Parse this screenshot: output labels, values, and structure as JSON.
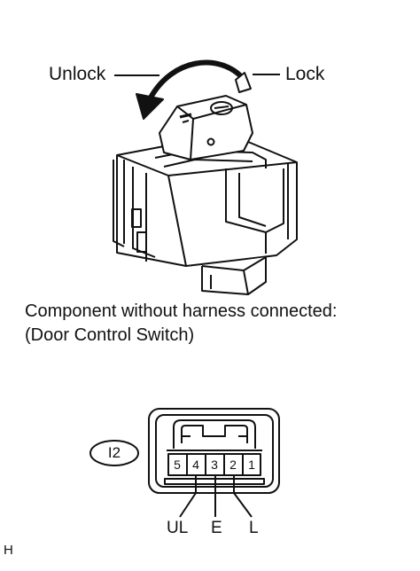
{
  "labels": {
    "unlock": "Unlock",
    "lock": "Lock"
  },
  "caption": {
    "line1": "Component without harness connected:",
    "line2": "(Door Control Switch)"
  },
  "connector": {
    "id": "I2",
    "pins": [
      "5",
      "4",
      "3",
      "2",
      "1"
    ],
    "terminals": [
      "UL",
      "E",
      "L"
    ]
  },
  "figure_code": "H"
}
